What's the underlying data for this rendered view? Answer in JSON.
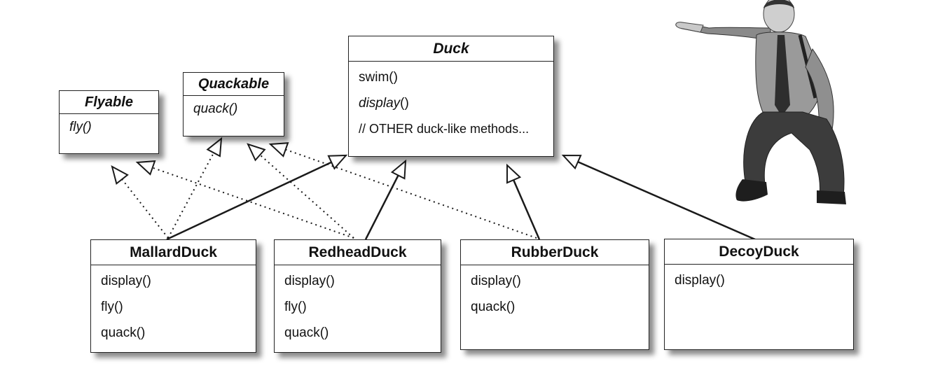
{
  "classes": {
    "duck": {
      "name": "Duck",
      "methods": [
        "swim()",
        "display",
        "()",
        "// OTHER duck-like methods..."
      ]
    },
    "flyable": {
      "name": "Flyable",
      "methods": [
        "fly()"
      ]
    },
    "quackable": {
      "name": "Quackable",
      "methods": [
        "quack()"
      ]
    },
    "mallard": {
      "name": "MallardDuck",
      "methods": [
        "display()",
        "fly()",
        "quack()"
      ]
    },
    "redhead": {
      "name": "RedheadDuck",
      "methods": [
        "display()",
        "fly()",
        "quack()"
      ]
    },
    "rubber": {
      "name": "RubberDuck",
      "methods": [
        "display()",
        "quack()"
      ]
    },
    "decoy": {
      "name": "DecoyDuck",
      "methods": [
        "display()"
      ]
    }
  },
  "colors": {
    "line": "#1a1a1a",
    "shadow": "#777777"
  }
}
